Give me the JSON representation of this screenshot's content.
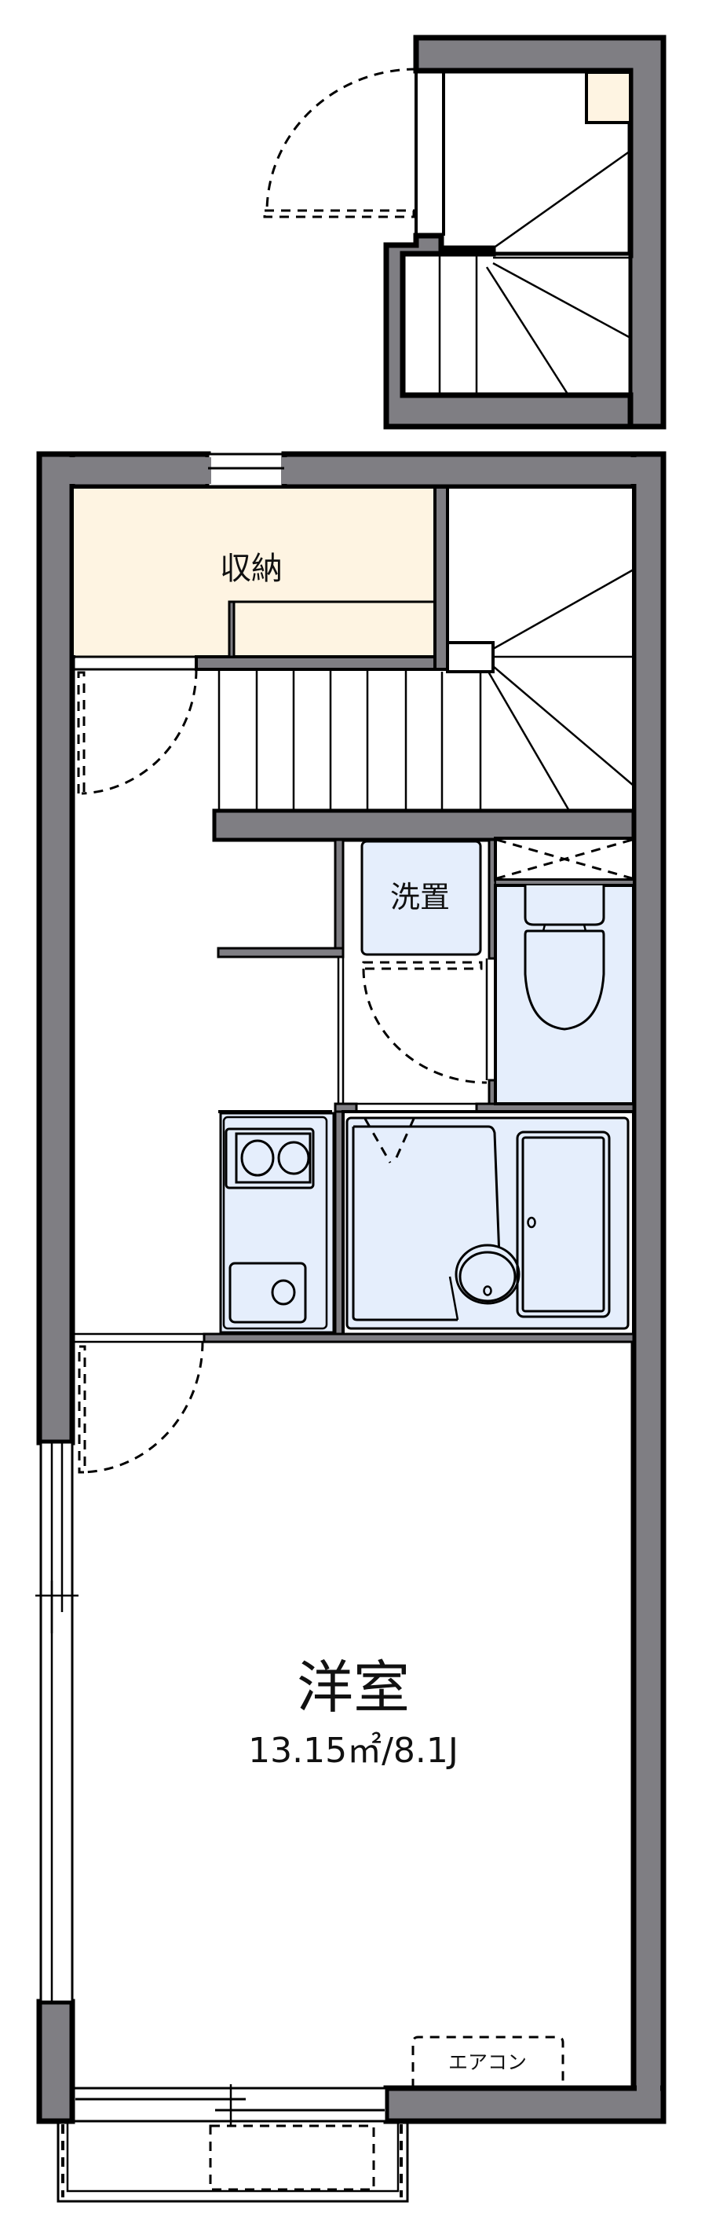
{
  "floorplan": {
    "rooms": {
      "storage": {
        "label": "収納"
      },
      "washer": {
        "label": "洗置"
      },
      "western_room": {
        "label": "洋室",
        "area": "13.15㎡/8.1J"
      },
      "air_conditioner": {
        "label": "エアコン"
      }
    },
    "colors": {
      "wall": "#7f7e83",
      "storage_fill": "#fef4e2",
      "wet_area_fill": "#e5eefc",
      "outline": "#000000"
    },
    "fixtures": [
      "staircase",
      "kitchen-stove",
      "kitchen-sink",
      "unit-bath",
      "bathtub",
      "washbasin",
      "toilet",
      "balcony",
      "outdoor-unit"
    ]
  }
}
